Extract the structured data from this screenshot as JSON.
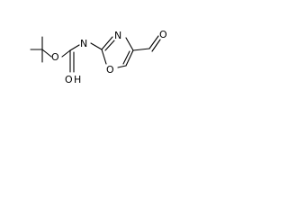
{
  "molecule": {
    "atoms": {
      "o_ester": "O",
      "o_carbonyl": "O",
      "n_amide": "N",
      "h_amide": "H",
      "n_ring": "N",
      "o_ring": "O",
      "o_aldehyde": "O"
    }
  }
}
